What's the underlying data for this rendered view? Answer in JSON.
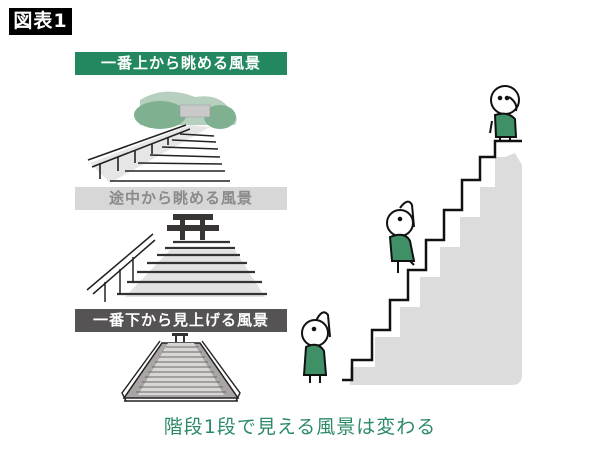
{
  "figure": {
    "tag": "図表1",
    "caption": "階段1段で見える風景は変わる"
  },
  "panels": [
    {
      "label": "一番上から眺める風景",
      "style": "green"
    },
    {
      "label": "途中から眺める風景",
      "style": "gray"
    },
    {
      "label": "一番下から見上げる風景",
      "style": "dark"
    }
  ],
  "colors": {
    "green": "#23885f",
    "light_gray": "#d7d7d7",
    "dark_gray": "#555353",
    "caption_green": "#2b8a66",
    "figure_green": "#3f8f67",
    "stair_fill": "#dcdcdc"
  },
  "illustration": {
    "description": "Three stick figures standing at bottom, middle and top of a staircase",
    "figures": [
      "bottom",
      "middle",
      "top"
    ]
  }
}
